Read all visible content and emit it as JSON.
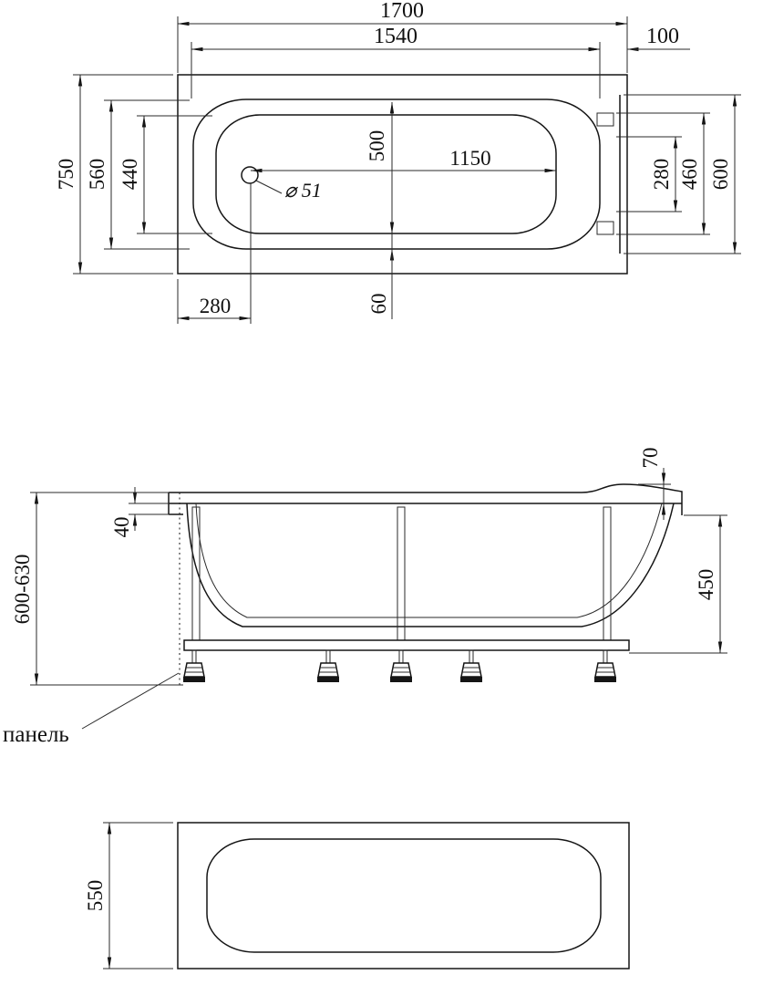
{
  "drawing": {
    "top_view": {
      "length_total": "1700",
      "length_inner": "1540",
      "headrest_depth": "100",
      "width_total": "750",
      "width_rim": "560",
      "width_basin": "440",
      "width_center": "500",
      "drain_to_end": "1150",
      "drain_diameter": "⌀ 51",
      "drain_offset": "280",
      "rim_gap": "60",
      "headrest_inner_width": "280",
      "headrest_mid_width": "460",
      "headrest_outer_width": "600"
    },
    "front_view": {
      "rim_height": "70",
      "rim_thickness": "40",
      "height_total": "600-630",
      "depth": "450",
      "panel_label": "панель"
    },
    "bottom_view": {
      "width_bottom": "550"
    }
  }
}
